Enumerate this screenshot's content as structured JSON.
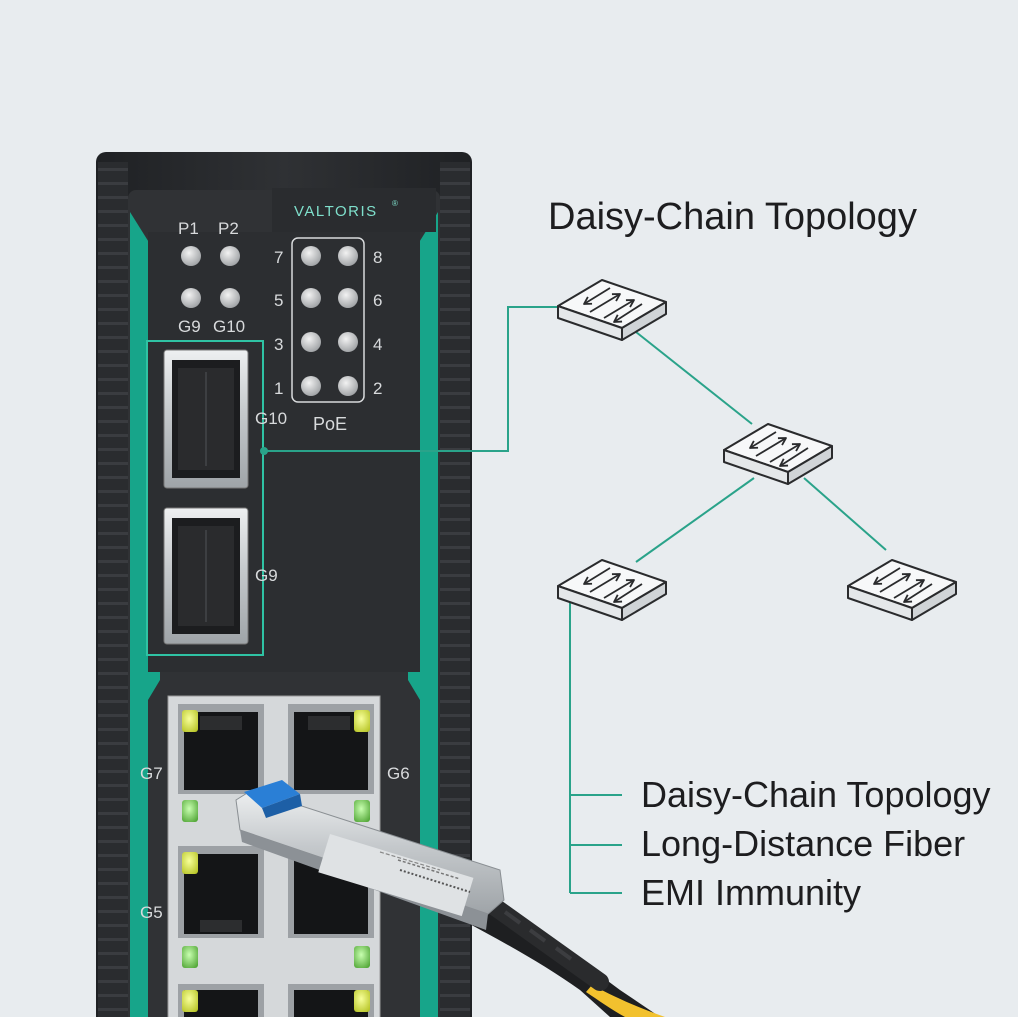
{
  "brand": "VALTORIS",
  "trademark": "®",
  "heading": "Daisy-Chain Topology",
  "features": [
    "Daisy-Chain Topology",
    "Long-Distance Fiber",
    "EMI Immunity"
  ],
  "leds": {
    "power_labels": [
      "P1",
      "P2"
    ],
    "sfp_labels": [
      "G9",
      "G10"
    ],
    "poe_left": [
      "7",
      "5",
      "3",
      "1"
    ],
    "poe_right": [
      "8",
      "6",
      "4",
      "2"
    ],
    "poe_label": "PoE"
  },
  "ports": {
    "sfp_top": "G10",
    "sfp_bottom": "G9",
    "rj45_left_top": "G7",
    "rj45_right_top": "G6",
    "rj45_left_bottom": "G5"
  },
  "colors": {
    "accent": "#17a58a",
    "housing": "#2b2d30",
    "background": "#e8ecef",
    "fiber_cable": "#f2c12e",
    "link_led": "#d6e64a"
  }
}
